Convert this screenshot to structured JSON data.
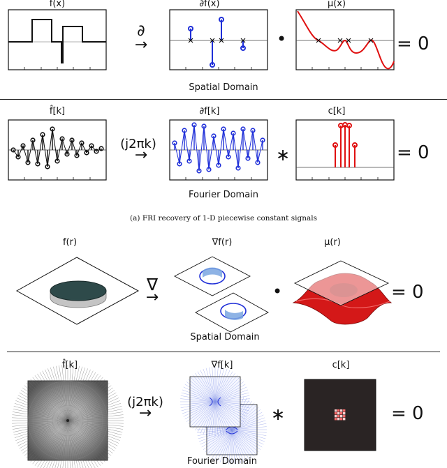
{
  "panel_a": {
    "spatial": {
      "titles": [
        "f(x)",
        "∂f(x)",
        "μ(x)"
      ],
      "operator": "∂",
      "dot": "•",
      "result": "= 0",
      "domain": "Spatial Domain"
    },
    "fourier": {
      "titles": [
        "f̂[k]",
        "∂f[k]",
        "c[k]"
      ],
      "operator": "(j2πk)",
      "star": "∗",
      "result": "= 0",
      "domain": "Fourier Domain"
    },
    "caption": "(a) FRI recovery of 1-D piecewise constant signals"
  },
  "panel_b": {
    "spatial": {
      "titles": [
        "f(r)",
        "∇f(r)",
        "μ(r)"
      ],
      "operator": "∇",
      "dot": "•",
      "result": "= 0",
      "domain": "Spatial Domain"
    },
    "fourier": {
      "titles": [
        "f̂[k]",
        "∇f[k]",
        "c[k]"
      ],
      "operator": "(j2πk)",
      "star": "∗",
      "result": "= 0",
      "domain": "Fourier Domain"
    }
  },
  "arrow": "→",
  "colors": {
    "signal": "#111111",
    "derivative": "#1f2fd8",
    "annihilator": "#e01010",
    "disk": "#2e4a4a"
  }
}
